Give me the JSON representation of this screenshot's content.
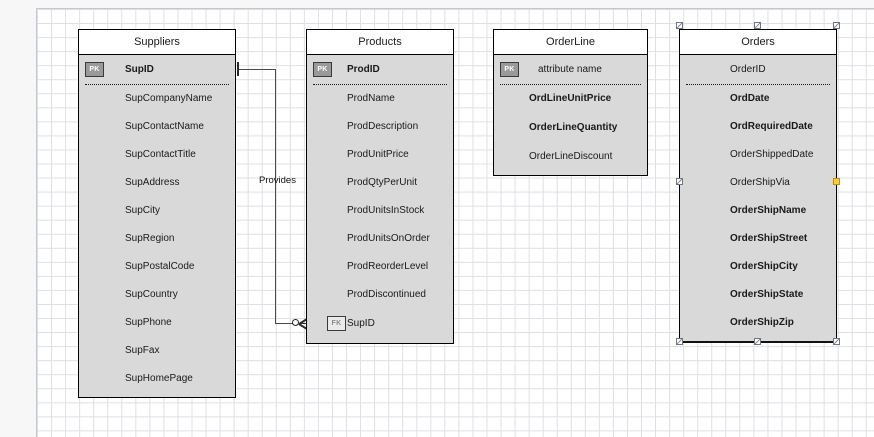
{
  "app": {
    "title": "ER Diagram Canvas",
    "canvas_background": "#ffffff",
    "grid_color": "#dcdfe3",
    "entity_header_fill": "#ffffff",
    "entity_body_fill": "#d9d9d9",
    "entity_border": "#000000",
    "selection_handle_accent": "#ffcc33"
  },
  "entities": [
    {
      "name": "Suppliers",
      "title": "Suppliers",
      "selected": false,
      "attributes": [
        {
          "label": "SupID",
          "key": "PK",
          "bold": true
        },
        {
          "label": "SupCompanyName",
          "key": "",
          "bold": false
        },
        {
          "label": "SupContactName",
          "key": "",
          "bold": false
        },
        {
          "label": "SupContactTitle",
          "key": "",
          "bold": false
        },
        {
          "label": "SupAddress",
          "key": "",
          "bold": false
        },
        {
          "label": "SupCity",
          "key": "",
          "bold": false
        },
        {
          "label": "SupRegion",
          "key": "",
          "bold": false
        },
        {
          "label": "SupPostalCode",
          "key": "",
          "bold": false
        },
        {
          "label": "SupCountry",
          "key": "",
          "bold": false
        },
        {
          "label": "SupPhone",
          "key": "",
          "bold": false
        },
        {
          "label": "SupFax",
          "key": "",
          "bold": false
        },
        {
          "label": "SupHomePage",
          "key": "",
          "bold": false
        }
      ]
    },
    {
      "name": "Products",
      "title": "Products",
      "selected": false,
      "attributes": [
        {
          "label": "ProdID",
          "key": "PK",
          "bold": true
        },
        {
          "label": "ProdName",
          "key": "",
          "bold": false
        },
        {
          "label": "ProdDescription",
          "key": "",
          "bold": false
        },
        {
          "label": "ProdUnitPrice",
          "key": "",
          "bold": false
        },
        {
          "label": "ProdQtyPerUnit",
          "key": "",
          "bold": false
        },
        {
          "label": "ProdUnitsInStock",
          "key": "",
          "bold": false
        },
        {
          "label": "ProdUnitsOnOrder",
          "key": "",
          "bold": false
        },
        {
          "label": "ProdReorderLevel",
          "key": "",
          "bold": false
        },
        {
          "label": "ProdDiscontinued",
          "key": "",
          "bold": false
        },
        {
          "label": "SupID",
          "key": "FK",
          "bold": false
        }
      ]
    },
    {
      "name": "OrderLine",
      "title": "OrderLine",
      "selected": false,
      "attributes": [
        {
          "label": "attribute name",
          "key": "PK",
          "bold": false
        },
        {
          "label": "OrdLineUnitPrice",
          "key": "",
          "bold": true
        },
        {
          "label": "OrderLineQuantity",
          "key": "",
          "bold": true
        },
        {
          "label": "OrderLineDiscount",
          "key": "",
          "bold": false
        }
      ]
    },
    {
      "name": "Orders",
      "title": "Orders",
      "selected": true,
      "attributes": [
        {
          "label": "OrderID",
          "key": "",
          "bold": false
        },
        {
          "label": "OrdDate",
          "key": "",
          "bold": true
        },
        {
          "label": "OrdRequiredDate",
          "key": "",
          "bold": true
        },
        {
          "label": "OrderShippedDate",
          "key": "",
          "bold": false
        },
        {
          "label": "OrderShipVia",
          "key": "",
          "bold": false
        },
        {
          "label": "OrderShipName",
          "key": "",
          "bold": true
        },
        {
          "label": "OrderShipStreet",
          "key": "",
          "bold": true
        },
        {
          "label": "OrderShipCity",
          "key": "",
          "bold": true
        },
        {
          "label": "OrderShipState",
          "key": "",
          "bold": true
        },
        {
          "label": "OrderShipZip",
          "key": "",
          "bold": true
        }
      ]
    }
  ],
  "relationships": [
    {
      "name": "Provides",
      "label": "Provides",
      "from_entity": "Suppliers",
      "from_attribute": "SupID",
      "from_cardinality": "one-and-only-one",
      "to_entity": "Products",
      "to_attribute": "SupID",
      "to_cardinality": "zero-or-many"
    }
  ]
}
